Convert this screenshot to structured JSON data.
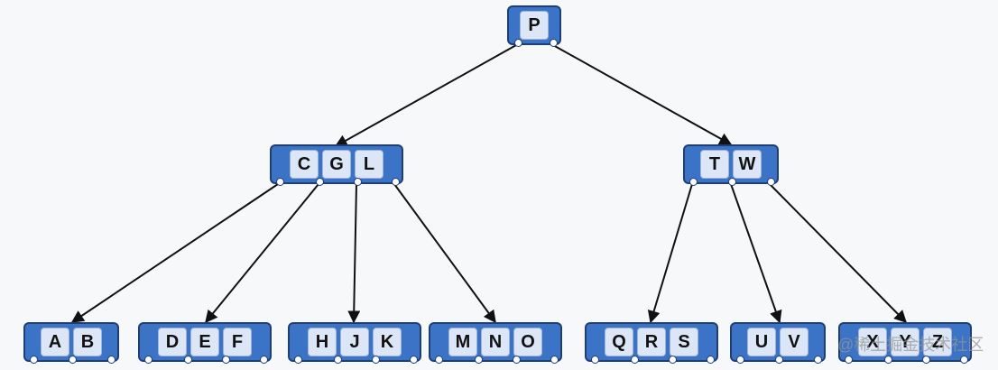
{
  "nodes": {
    "root": [
      "P"
    ],
    "l1_left": [
      "C",
      "G",
      "L"
    ],
    "l1_right": [
      "T",
      "W"
    ],
    "leaf_1": [
      "A",
      "B"
    ],
    "leaf_2": [
      "D",
      "E",
      "F"
    ],
    "leaf_3": [
      "H",
      "J",
      "K"
    ],
    "leaf_4": [
      "M",
      "N",
      "O"
    ],
    "leaf_5": [
      "Q",
      "R",
      "S"
    ],
    "leaf_6": [
      "U",
      "V"
    ],
    "leaf_7": [
      "X",
      "Y",
      "Z"
    ]
  },
  "watermark": "@稀土掘金技术社区",
  "colors": {
    "node_fill": "#3b73c6",
    "node_border": "#1f3f73",
    "key_fill": "#dce6f6",
    "edge": "#111111"
  }
}
